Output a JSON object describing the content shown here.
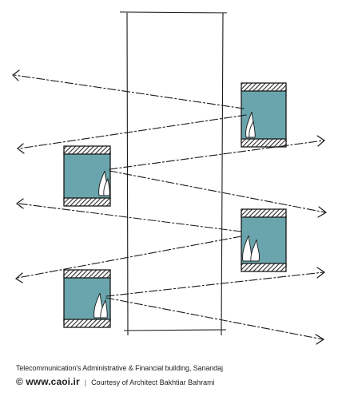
{
  "caption": {
    "project": "Telecommunication's Administrative & Financial building, Sanandaj",
    "website": "© www.caoi.ir",
    "separator": "|",
    "credit": "Courtesy of Architect Bakhtiar Bahrami"
  },
  "colors": {
    "ink": "#1a1a1a",
    "glass": "#6aa5ad",
    "hatch": "#333333",
    "background": "#ffffff"
  },
  "diagram_elements": {
    "tower": "tall-rectangle-outline",
    "windows": [
      "left-upper-window",
      "left-lower-window",
      "right-upper-window",
      "right-lower-window"
    ],
    "sight_lines": "dash-dot-arrows",
    "plants": "flame-shaped-plant-sketch"
  }
}
